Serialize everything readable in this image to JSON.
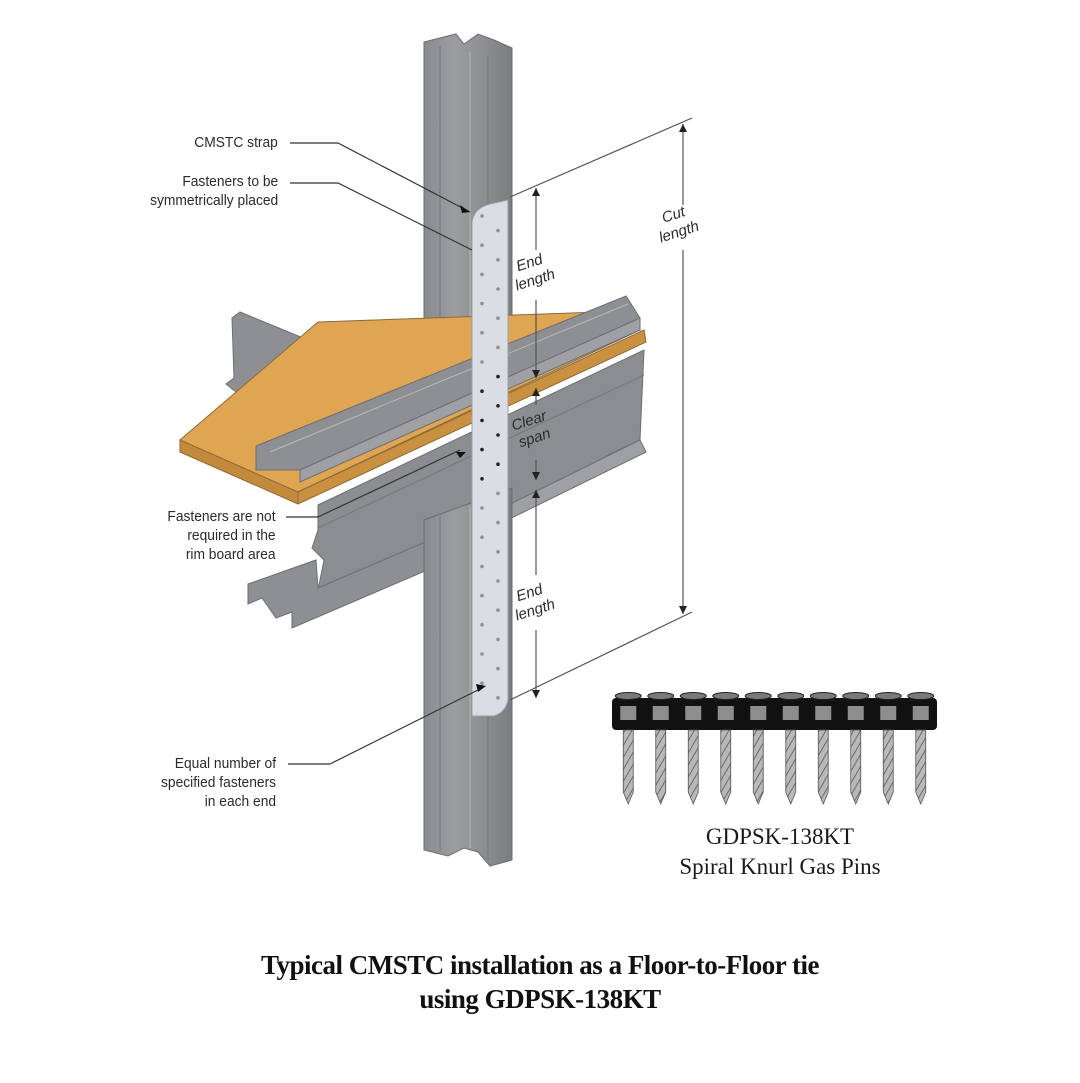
{
  "diagram": {
    "callouts": {
      "strap": [
        "CMSTC strap"
      ],
      "symmetric": [
        "Fasteners to be",
        "symmetrically placed"
      ],
      "rim": [
        "Fasteners are not",
        "required in the",
        "rim board area"
      ],
      "equal": [
        "Equal number of",
        "specified fasteners",
        "in each end"
      ]
    },
    "dimensions": {
      "end_top": [
        "End",
        "length"
      ],
      "clear": [
        "Clear",
        "span"
      ],
      "end_bottom": [
        "End",
        "length"
      ],
      "cut": [
        "Cut",
        "length"
      ]
    },
    "pins": {
      "count": 10,
      "product_code": "GDPSK-138KT",
      "product_name": "Spiral Knurl Gas Pins"
    },
    "caption": {
      "line1": "Typical CMSTC installation as a Floor-to-Floor tie",
      "line2": "using GDPSK-138KT"
    },
    "colors": {
      "steel": "#8e8f92",
      "steel_dark": "#6f7073",
      "steel_light": "#a9aaad",
      "strap": "#d9dde4",
      "plywood": "#e0a552",
      "plywood_edge": "#c48a3c",
      "pin_collar": "#111111"
    }
  }
}
